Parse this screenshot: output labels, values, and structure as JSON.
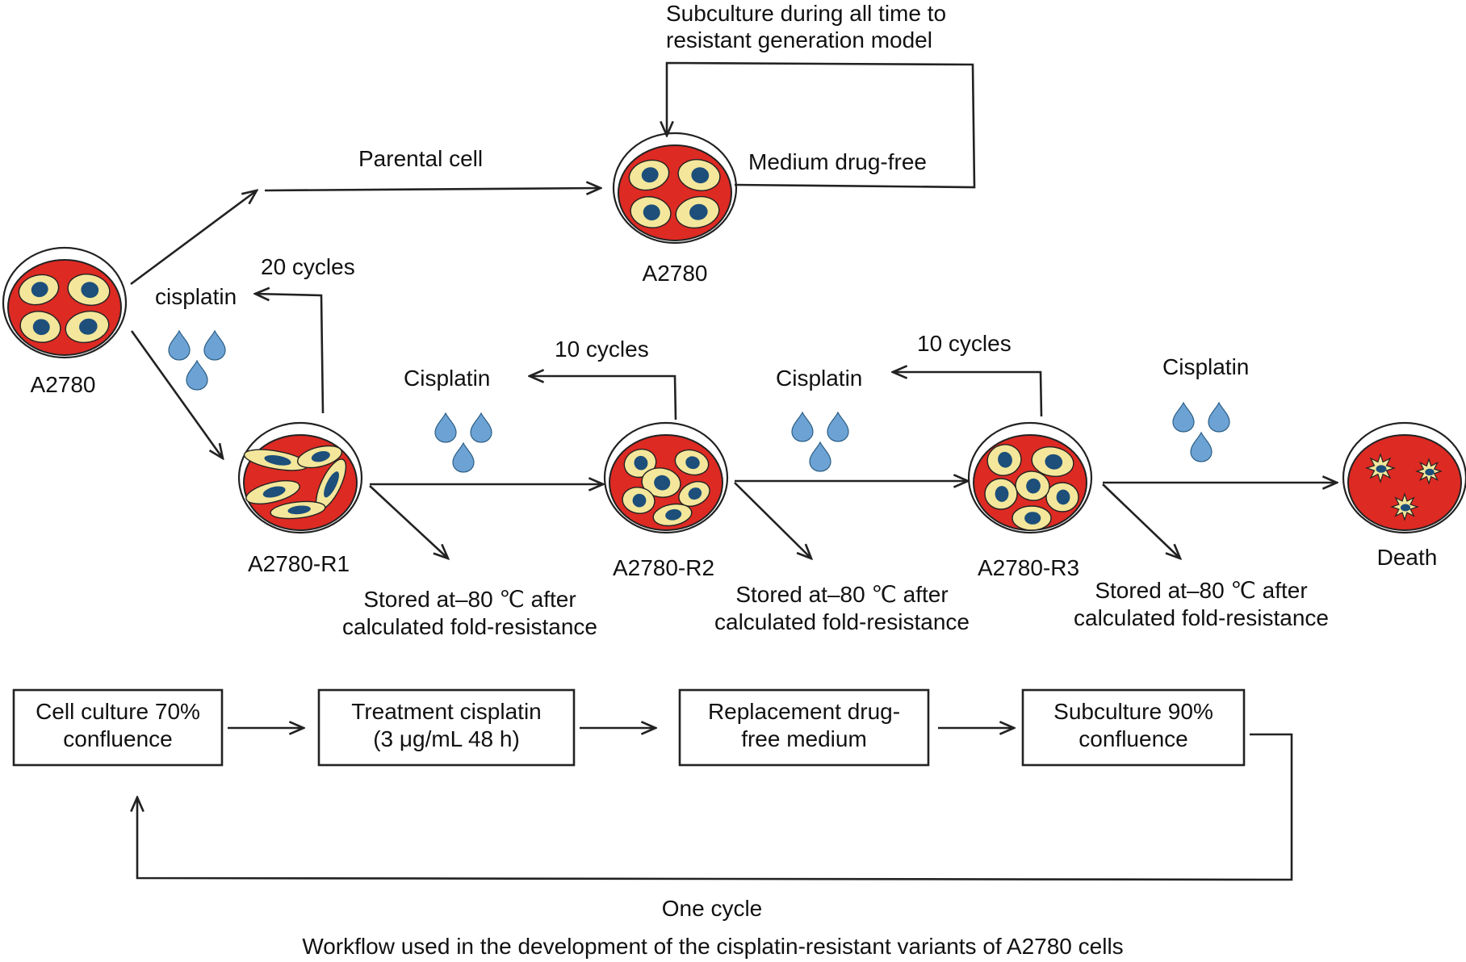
{
  "colors": {
    "medium": "#dd2a23",
    "cell": "#f4e79b",
    "nucleus": "#1d4f7a",
    "drop": "#6da3d4",
    "death_star": "#f4e79b",
    "line": "#222222"
  },
  "dishes": [
    {
      "id": "start",
      "label": "A2780",
      "cell_shape": "oval"
    },
    {
      "id": "parental",
      "label": "A2780",
      "cell_shape": "oval"
    },
    {
      "id": "r1",
      "label": "A2780-R1",
      "cell_shape": "spindle"
    },
    {
      "id": "r2",
      "label": "A2780-R2",
      "cell_shape": "teardrop"
    },
    {
      "id": "r3",
      "label": "A2780-R3",
      "cell_shape": "large-round"
    },
    {
      "id": "death",
      "label": "Death",
      "cell_shape": "star"
    }
  ],
  "labels": {
    "subculture_line1": "Subculture during all time to",
    "subculture_line2": "resistant generation model",
    "parental_cell": "Parental cell",
    "medium_drug_free": "Medium drug-free",
    "cycles_20": "20 cycles",
    "cisplatin_lower": "cisplatin",
    "cycles_10_a": "10 cycles",
    "cycles_10_b": "10 cycles",
    "cisplatin_1": "Cisplatin",
    "cisplatin_2": "Cisplatin",
    "cisplatin_3": "Cisplatin",
    "stored_line1": "Stored at–80 ℃ after",
    "stored_line2": "calculated fold-resistance"
  },
  "workflow": {
    "steps": [
      {
        "line1": "Cell culture 70%",
        "line2": "confluence"
      },
      {
        "line1": "Treatment cisplatin",
        "line2": "(3 μg/mL 48 h)"
      },
      {
        "line1": "Replacement drug-",
        "line2": "free medium"
      },
      {
        "line1": "Subculture 90%",
        "line2": "confluence"
      }
    ],
    "loop_label": "One cycle"
  },
  "caption": "Workflow used in the development of the cisplatin-resistant variants of A2780 cells"
}
